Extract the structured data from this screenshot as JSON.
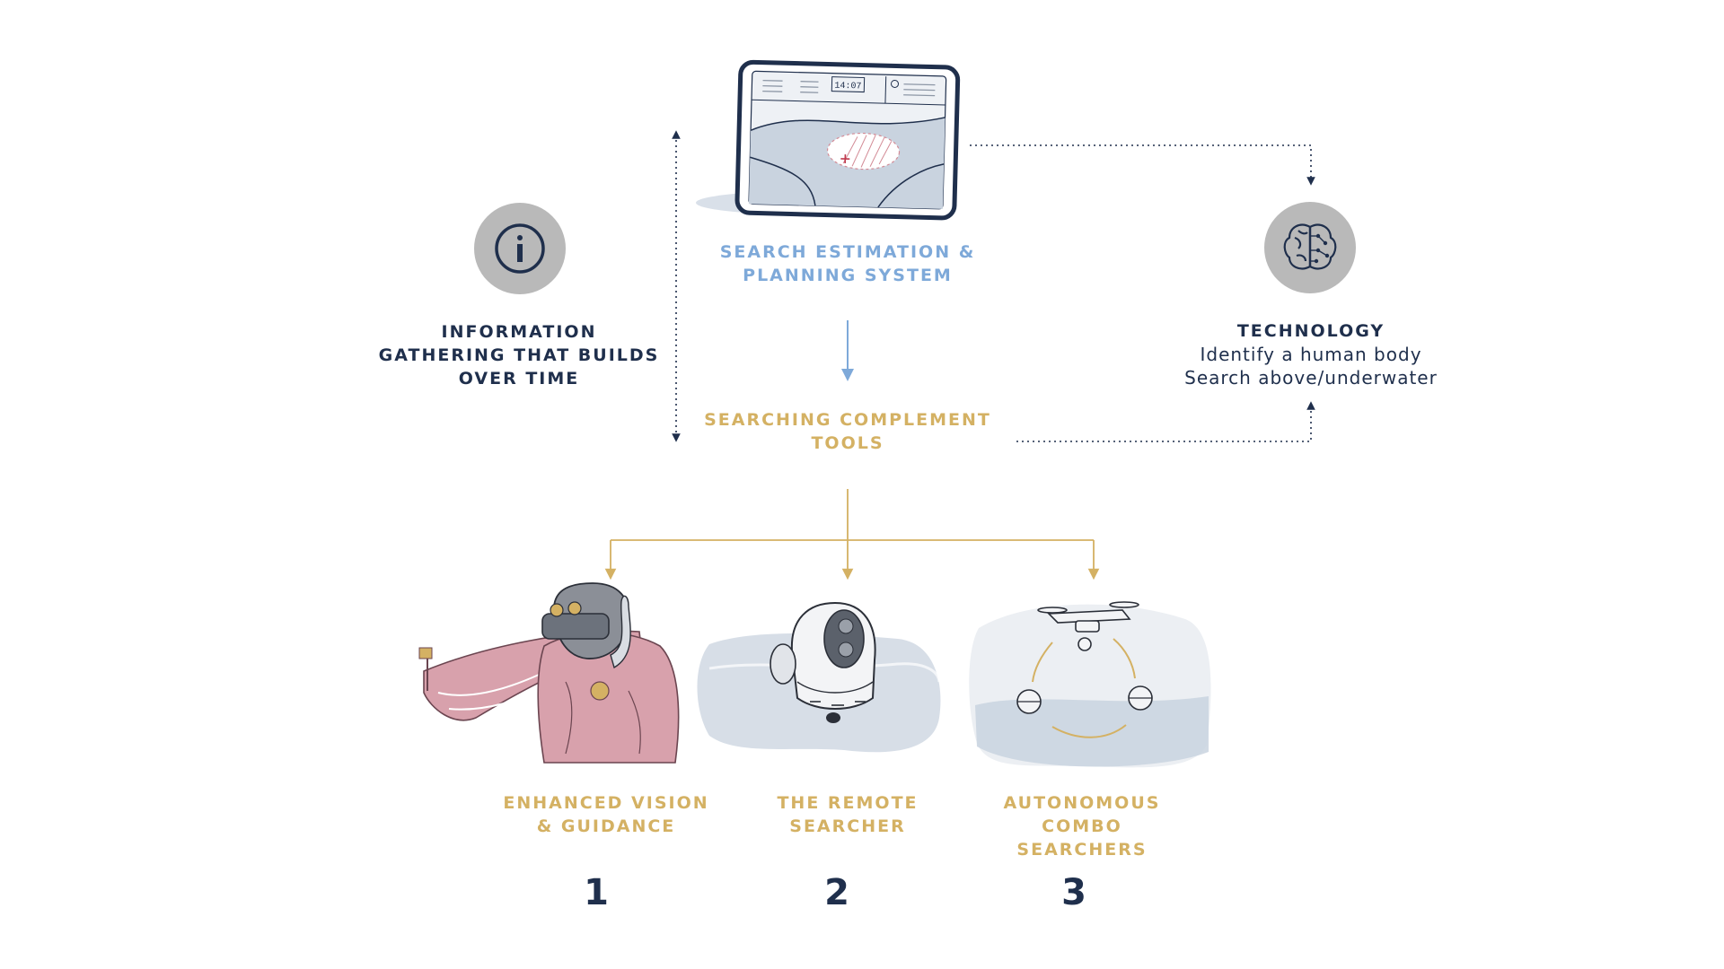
{
  "colors": {
    "navy": "#1f2f4c",
    "gold": "#d4b163",
    "blue": "#7ea9d9",
    "grey_circle": "#b9b9b9",
    "wash": "#c9d3df",
    "suit_pink": "#d8a1ac"
  },
  "center": {
    "system_title": "SEARCH ESTIMATION &\nPLANNING SYSTEM",
    "complement_title": "SEARCHING COMPLEMENT\nTOOLS"
  },
  "left": {
    "icon": "info-icon",
    "text": "INFORMATION\nGATHERING THAT BUILDS\nOVER TIME"
  },
  "right": {
    "icon": "brain-icon",
    "title": "TECHNOLOGY",
    "line1": "Identify a human body",
    "line2": "Search above/underwater"
  },
  "tools": [
    {
      "label": "ENHANCED VISION\n& GUIDANCE",
      "number": "1",
      "illustration": "diver-with-sled"
    },
    {
      "label": "THE REMOTE\nSEARCHER",
      "number": "2",
      "illustration": "underwater-drone"
    },
    {
      "label": "AUTONOMOUS\nCOMBO\nSEARCHERS",
      "number": "3",
      "illustration": "drone-and-buoys"
    }
  ],
  "tablet": {
    "icon": "tablet-map-illustration",
    "screen_time": "14:07"
  }
}
